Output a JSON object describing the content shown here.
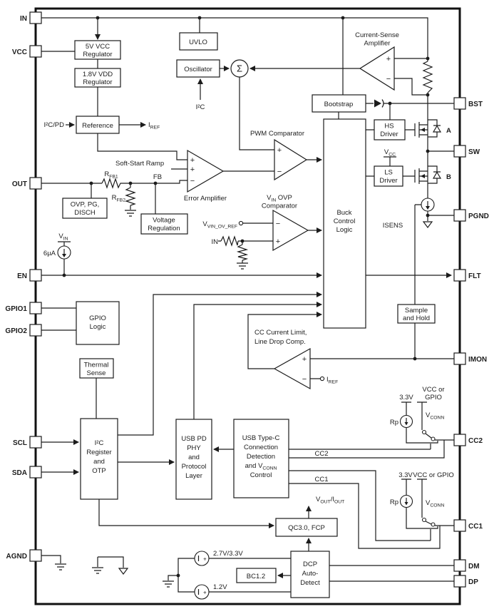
{
  "colors": {
    "line": "#1c1c1c",
    "text": "#1c1c1c",
    "background": "#ffffff"
  },
  "pins": {
    "left": [
      "IN",
      "VCC",
      "OUT",
      "EN",
      "GPIO1",
      "GPIO2",
      "SCL",
      "SDA",
      "AGND"
    ],
    "right": [
      "BST",
      "SW",
      "PGND",
      "FLT",
      "IMON",
      "CC2",
      "CC1",
      "DM",
      "DP"
    ]
  },
  "blocks": {
    "reg5v": {
      "l1": "5V VCC",
      "l2": "Regulator"
    },
    "reg18": {
      "l1": "1.8V VDD",
      "l2": "Regulator"
    },
    "uvlo": "UVLO",
    "oscillator": "Oscillator",
    "reference": "Reference",
    "bootstrap": "Bootstrap",
    "hs_driver": {
      "l1": "HS",
      "l2": "Driver"
    },
    "ls_driver": {
      "l1": "LS",
      "l2": "Driver"
    },
    "buck": {
      "l1": "Buck",
      "l2": "Control",
      "l3": "Logic"
    },
    "ovp": {
      "l1": "OVP, PG,",
      "l2": "DISCH"
    },
    "vreg": {
      "l1": "Voltage",
      "l2": "Regulation"
    },
    "gpio": {
      "l1": "GPIO",
      "l2": "Logic"
    },
    "thermal": {
      "l1": "Thermal",
      "l2": "Sense"
    },
    "sh": {
      "l1": "Sample",
      "l2": "and Hold"
    },
    "i2c_reg": {
      "l1": "I²C",
      "l2": "Register",
      "l3": "and",
      "l4": "OTP"
    },
    "usb_pd": {
      "l1": "USB PD",
      "l2": "PHY",
      "l3": "and",
      "l4": "Protocol",
      "l5": "Layer"
    },
    "usb_c": {
      "l1": "USB Type-C",
      "l2": "Connection",
      "l3": "Detection",
      "l4a": "and V",
      "l4s": "CONN",
      "l5": "Control"
    },
    "qc": "QC3.0, FCP",
    "bc": "BC1.2",
    "dcp": {
      "l1": "DCP",
      "l2": "Auto-",
      "l3": "Detect"
    }
  },
  "amps": {
    "cs": {
      "l1": "Current-Sense",
      "l2": "Amplifier"
    },
    "pwm": "PWM Comparator",
    "err": "Error Amplifier",
    "ovp": {
      "l1a": "V",
      "l1s": "IN",
      "l1b": "OVP",
      "l2": "Comparator"
    },
    "cc": {
      "l1": "CC Current Limit,",
      "l2": "Line Drop Comp."
    }
  },
  "labels": {
    "i2c_pd": "I²C/PD",
    "i2c": "I²C",
    "iref": {
      "m": "I",
      "s": "REF"
    },
    "rfb1": {
      "m": "R",
      "s": "FB1"
    },
    "rfb2": {
      "m": "R",
      "s": "FB2"
    },
    "fb": "FB",
    "soft_start": "Soft-Start Ramp",
    "vin": {
      "m": "V",
      "s": "IN"
    },
    "bias": "6µA",
    "vcc": {
      "m": "V",
      "s": "CC"
    },
    "vref_ov": {
      "m": "V",
      "s": "VIN_OV_REF"
    },
    "in": "IN",
    "isens": "ISENS",
    "sigma": "Σ",
    "plus": "+",
    "minus": "−",
    "fet_a": "A",
    "fet_b": "B",
    "v33": "3.3V",
    "rp": "Rp",
    "vcc_or": "VCC or",
    "gpio_w": "GPIO",
    "vcc_or_gpio": "VCC or GPIO",
    "vconn": {
      "m": "V",
      "s": "CONN"
    },
    "cc2": "CC2",
    "cc1": "CC1",
    "vout": {
      "m1": "V",
      "s1": "OUT",
      "m2": "/I",
      "s2": "OUT"
    },
    "v27": "2.7V/3.3V",
    "v12": "1.2V"
  }
}
